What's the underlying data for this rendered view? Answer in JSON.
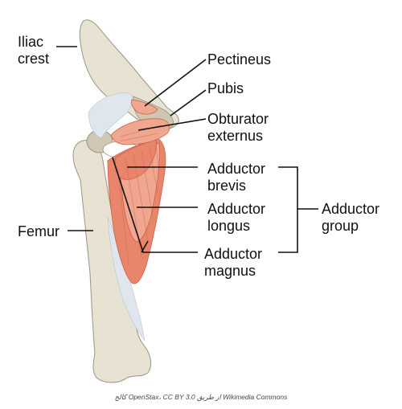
{
  "labels": {
    "iliac_crest": "Iliac\ncrest",
    "pectineus": "Pectineus",
    "pubis": "Pubis",
    "obturator_externus": "Obturator\nexternus",
    "adductor_brevis": "Adductor\nbrevis",
    "adductor_longus": "Adductor\nlongus",
    "adductor_magnus": "Adductor\nmagnus",
    "adductor_group": "Adductor\ngroup",
    "femur": "Femur"
  },
  "credit": "كالج OpenStax، CC BY 3.0 از طریق Wikimedia Commons",
  "colors": {
    "bone": "#e8e2d2",
    "bone_shadow": "#cfc7b4",
    "bone_outline": "#9a9484",
    "muscle": "#e8856a",
    "muscle_dark": "#c9624a",
    "muscle_light": "#f1a68f",
    "tendon": "#dfe6ee",
    "line": "#111111"
  }
}
